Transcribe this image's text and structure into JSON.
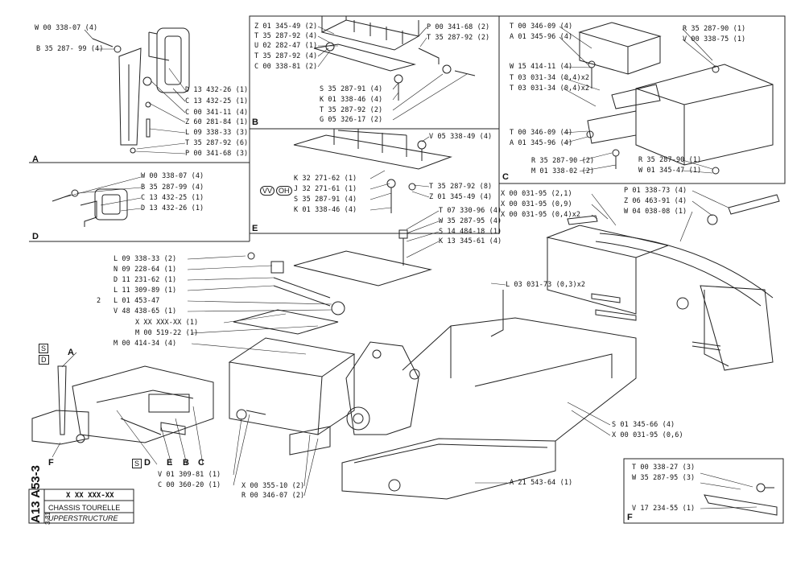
{
  "sections": {
    "A": "A",
    "B": "B",
    "C": "C",
    "D": "D",
    "E": "E",
    "F": "F"
  },
  "parts_A": [
    "W 00 338-07 (4)",
    "B 35 287- 99 (4)",
    "D 13 432-26 (1)",
    "C 13 432-25 (1)",
    "C 00 341-11 (4)",
    "Z 60 281-84 (1)",
    "L 09 338-33 (3)",
    "T 35 287-92 (6)",
    "P 00 341-68 (3)"
  ],
  "parts_B": [
    "Z 01 345-49 (2)",
    "T 35 287-92 (4)",
    "U 02 282-47 (1)",
    "T 35 287-92 (4)",
    "C 00 338-81 (2)",
    "P 00 341-68 (2)",
    "T 35 287-92 (2)",
    "S 35 287-91 (4)",
    "K 01 338-46 (4)",
    "T 35 287-92 (2)",
    "G 05 326-17 (2)"
  ],
  "parts_C": [
    "T 00 346-09 (4)",
    "A 01 345-96 (4)",
    "R 35 287-90 (1)",
    "V 00 338-75 (1)",
    "W 15 414-11 (4)",
    "T 03 031-34 (0,4)x2",
    "T 03 031-34 (0,4)x2",
    "T 00 346-09 (4)",
    "A 01 345-96 (4)",
    "R 35 287-90 (2)",
    "M 01 338-02 (2)",
    "R 35 287-90 (1)",
    "W 01 345-47 (1)"
  ],
  "parts_D": [
    "W 00 338-07 (4)",
    "B 35 287-99 (4)",
    "C 13 432-25 (1)",
    "D 13 432-26 (1)"
  ],
  "parts_E": [
    "V 05 338-49 (4)",
    "K 32 271-62 (1)",
    "J 32 271-61 (1)",
    "S 35 287-91 (4)",
    "K 01 338-46 (4)",
    "T 35 287-92 (8)",
    "Z 01 345-49 (4)"
  ],
  "vv": "VV",
  "oh": "OH",
  "parts_main_top": [
    "T 07 330-96 (4)",
    "W 35 287-95 (4)",
    "S 14 484-18 (1)",
    "K 13 345-61 (4)",
    "X 00 031-95 (2,1)",
    "X 00 031-95 (0,9)",
    "X 00 031-95 (0,4)x2",
    "P 01 338-73 (4)",
    "Z 06 463-91 (4)",
    "W 04 038-08 (1)"
  ],
  "parts_main_left": [
    "L 09 338-33 (2)",
    "N 09 228-64 (1)",
    "D 11 231-62 (1)",
    "L 11 309-89 (1)",
    "L 01 453-47",
    "V 48 438-65 (1)",
    "X XX XXX-XX (1)",
    "M 00 519-22 (1)",
    "M 00 414-34 (4)"
  ],
  "two_x": "2",
  "l03": "L 03 031-73 (0,3)x2",
  "parts_main_bottom": [
    "S 01 345-66 (4)",
    "X 00 031-95 (0,6)",
    "V 01 309-81 (1)",
    "C 00 360-20 (1)",
    "X 00 355-10 (2)",
    "R 00 346-07 (2)",
    "A 21 543-64 (1)"
  ],
  "parts_F": [
    "T 00 338-27 (3)",
    "W 35 287-95 (3)",
    "V 17 234-55 (1)"
  ],
  "legend": {
    "s": "S",
    "d": "D",
    "a": "A",
    "f": "F",
    "e": "E",
    "b": "B",
    "c": "C"
  },
  "title_block": {
    "code": "A13 A53-3",
    "date": "3-81",
    "part_no": "X XX XXX-XX",
    "title_fr": "CHASSIS TOURELLE",
    "title_en": "UPPERSTRUCTURE"
  }
}
